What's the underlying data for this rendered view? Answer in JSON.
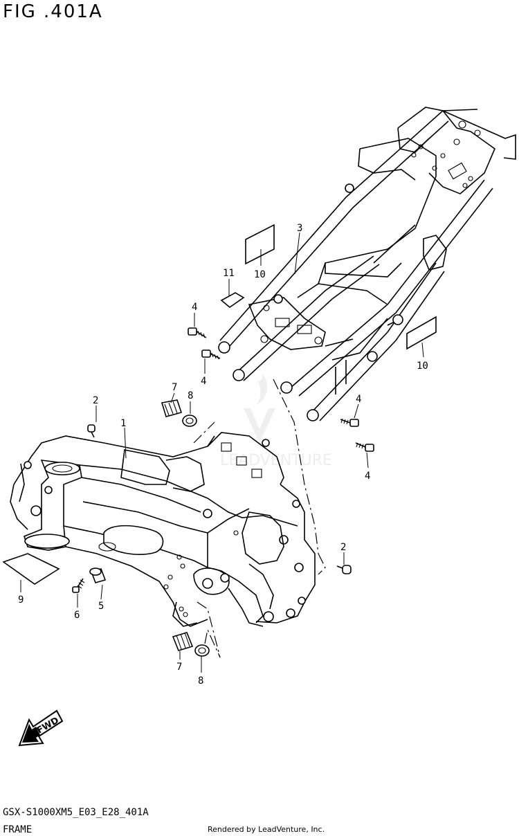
{
  "figure": {
    "title": "FIG .401A",
    "model_code": "GSX-S1000XM5_E03_E28_401A",
    "section_name": "FRAME",
    "credit": "Rendered by LeadVenture, Inc."
  },
  "callouts": [
    "1",
    "2",
    "2",
    "3",
    "4",
    "4",
    "4",
    "4",
    "5",
    "6",
    "7",
    "7",
    "8",
    "8",
    "9",
    "10",
    "10",
    "11"
  ],
  "labels": {
    "p1": "1",
    "p2a": "2",
    "p2b": "2",
    "p3": "3",
    "p4a": "4",
    "p4b": "4",
    "p4c": "4",
    "p4d": "4",
    "p5": "5",
    "p6": "6",
    "p7a": "7",
    "p7b": "7",
    "p8a": "8",
    "p8b": "8",
    "p9": "9",
    "p10a": "10",
    "p10b": "10",
    "p11": "11"
  },
  "direction_marker": "FWD",
  "watermark": "LEADVENTURE"
}
